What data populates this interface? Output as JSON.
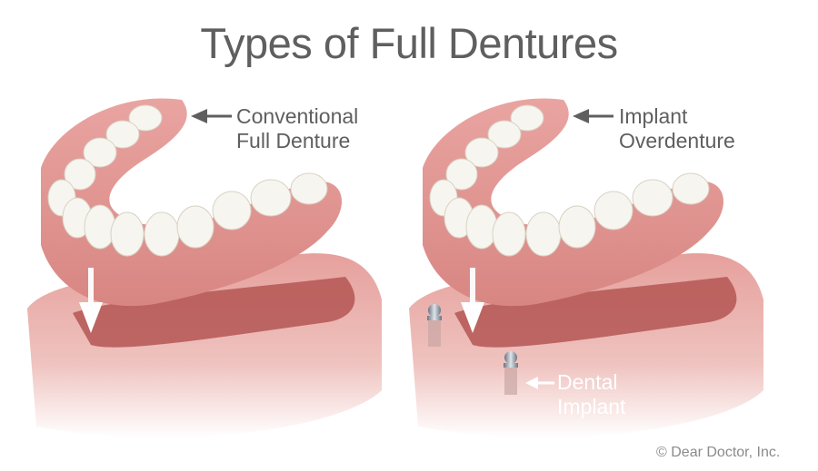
{
  "title": "Types of Full Dentures",
  "panels": [
    {
      "name": "conventional",
      "label_line1": "Conventional",
      "label_line2": "Full Denture"
    },
    {
      "name": "implant",
      "label_line1": "Implant",
      "label_line2": "Overdenture",
      "implant_label_line1": "Dental",
      "implant_label_line2": "Implant"
    }
  ],
  "copyright": "© Dear Doctor, Inc.",
  "colors": {
    "text": "#5f5f5f",
    "gum": "#e79a98",
    "gum_dark": "#b85c5c",
    "tooth": "#f7f5ef",
    "metal": "#9aa3ad"
  }
}
